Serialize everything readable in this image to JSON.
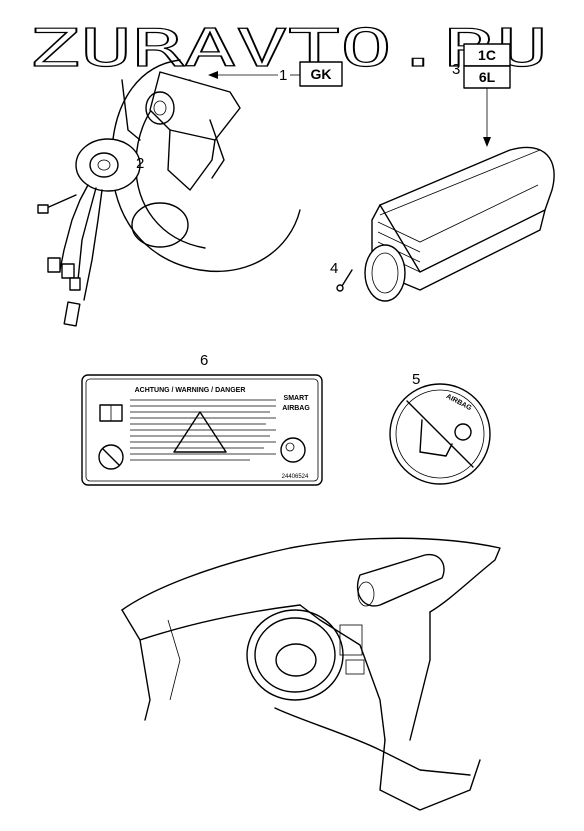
{
  "watermark": "ZURAVTO.RU",
  "callouts": {
    "c1": "1",
    "c1_code": "GK",
    "c2": "2",
    "c3": "3",
    "c3_code_a": "1C",
    "c3_code_b": "6L",
    "c4": "4",
    "c5": "5",
    "c6": "6"
  },
  "warning_label": {
    "title": "ACHTUNG / WARNING / DANGER",
    "smart": "SMART",
    "airbag": "AIRBAG",
    "part_number": "24406524"
  },
  "sticker": {
    "text": "AIRBAG"
  }
}
